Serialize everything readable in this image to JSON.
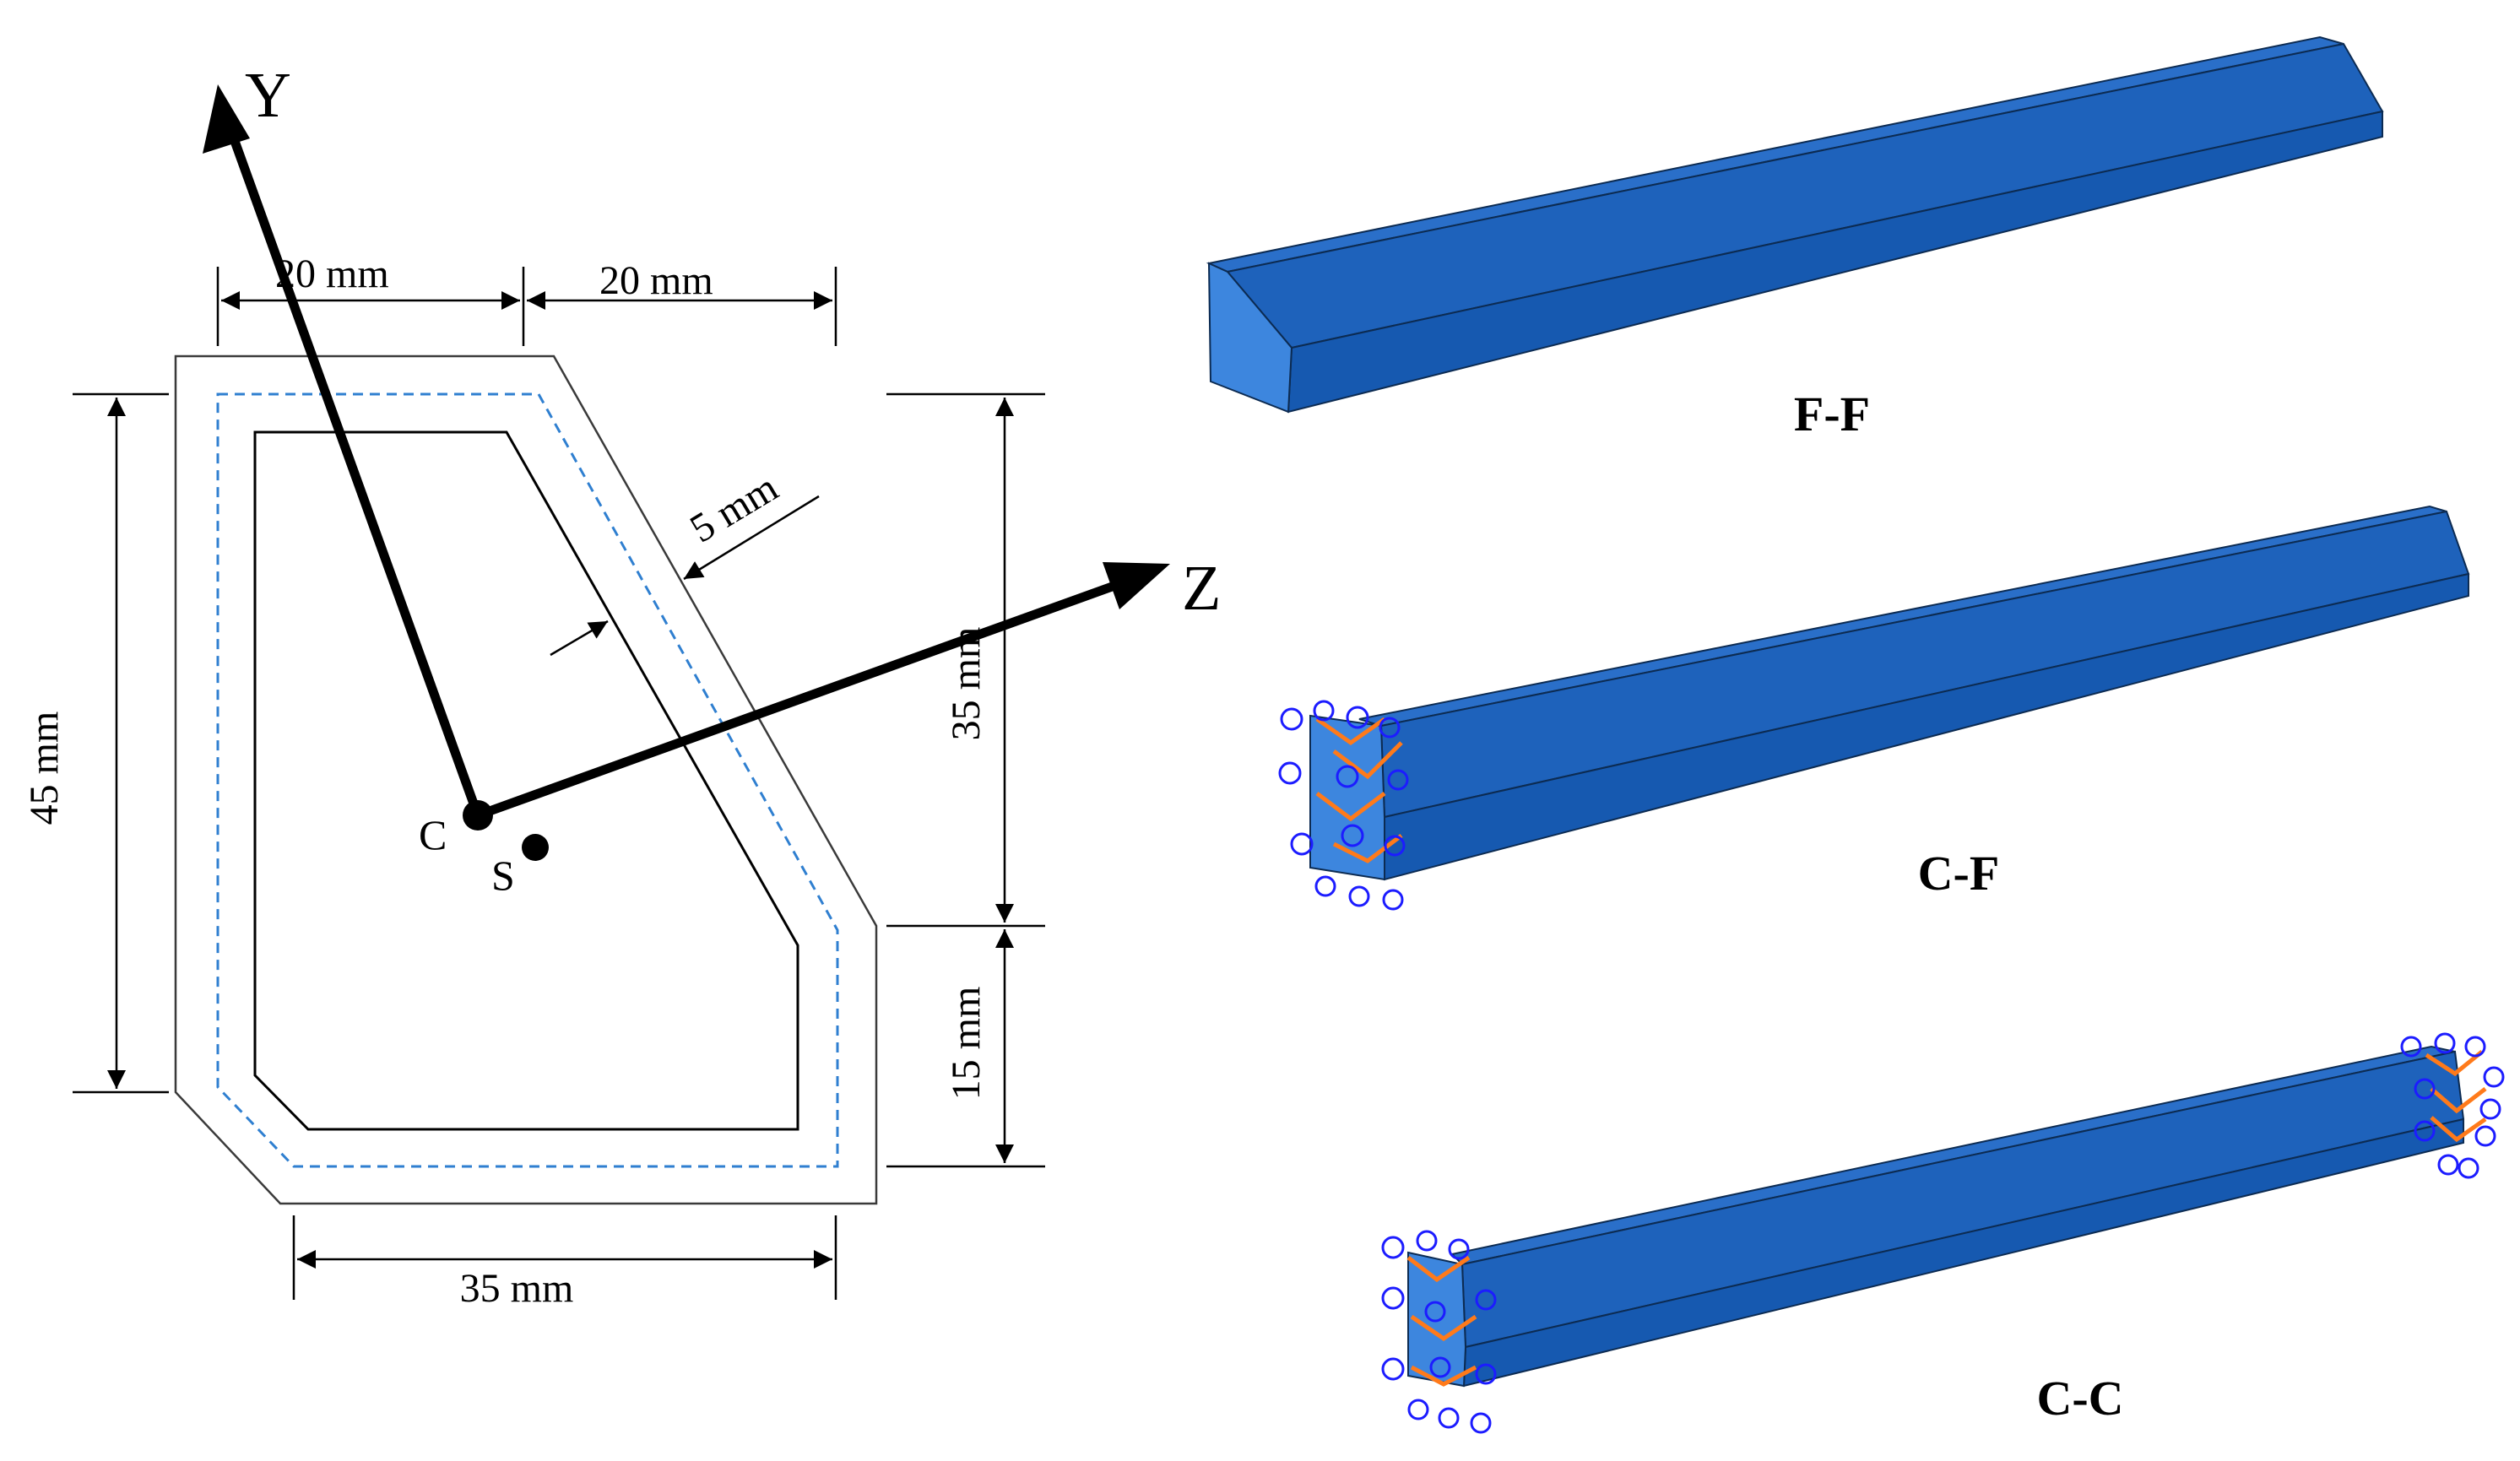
{
  "cross_section": {
    "axis_y": "Y",
    "axis_z": "Z",
    "centroid_label": "C",
    "shear_center_label": "S",
    "dim_top_left": "20 mm",
    "dim_top_right": "20 mm",
    "dim_left_height": "45 mm",
    "dim_right_upper": "35 mm",
    "dim_right_lower": "15 mm",
    "dim_bottom": "35 mm",
    "dim_thickness": "5 mm"
  },
  "boundary_cases": [
    {
      "label": "F-F"
    },
    {
      "label": "C-F"
    },
    {
      "label": "C-C"
    }
  ],
  "colors": {
    "beam_top": "#2a6fc9",
    "beam_side": "#1659b0",
    "beam_end": "#3d86de",
    "midline": "#2f7fd0",
    "constraint_orange": "#ff7a1a",
    "constraint_blue": "#1c1cff"
  }
}
